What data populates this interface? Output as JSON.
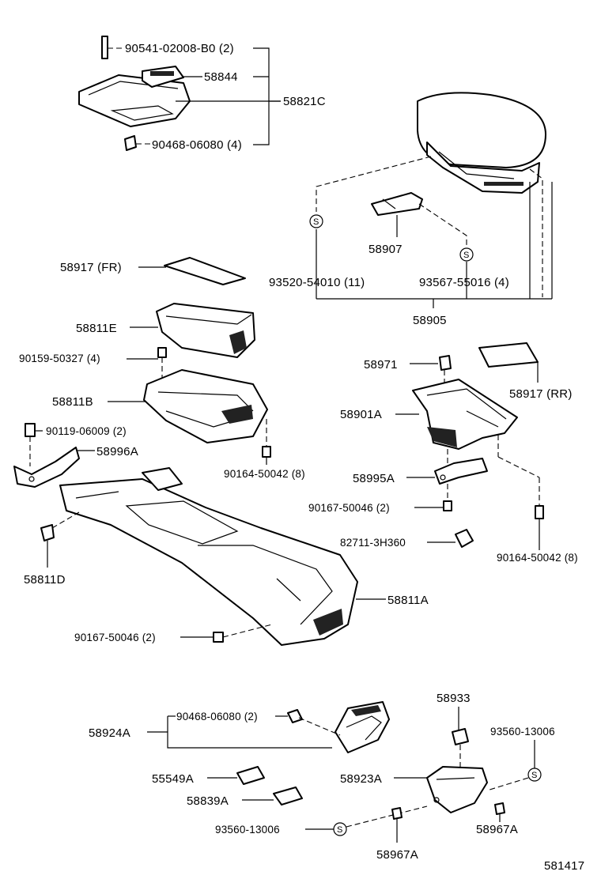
{
  "labels": {
    "p1": "90541-02008-B0 (2)",
    "p2": "58844",
    "p3": "58821C",
    "p4": "90468-06080 (4)",
    "p5": "58917 (FR)",
    "p6": "58907",
    "p7": "93520-54010 (11)",
    "p8": "93567-55016 (4)",
    "p9": "58905",
    "p10": "58811E",
    "p11": "90159-50327 (4)",
    "p12": "58971",
    "p13": "58917 (RR)",
    "p14": "58811B",
    "p15": "58901A",
    "p16": "90119-06009 (2)",
    "p17": "58996A",
    "p18": "90164-50042 (8)",
    "p19": "58995A",
    "p20": "90167-50046 (2)",
    "p21": "82711-3H360",
    "p22": "90164-50042 (8)",
    "p23": "58811D",
    "p24": "58811A",
    "p25": "90167-50046 (2)",
    "p26": "58933",
    "p27": "90468-06080 (2)",
    "p28": "58924A",
    "p29": "93560-13006",
    "p30": "55549A",
    "p31": "58923A",
    "p32": "58839A",
    "p33": "93560-13006",
    "p34": "58967A",
    "p35": "58967A",
    "figure_code": "581417"
  },
  "symbols": {
    "s": "S"
  }
}
